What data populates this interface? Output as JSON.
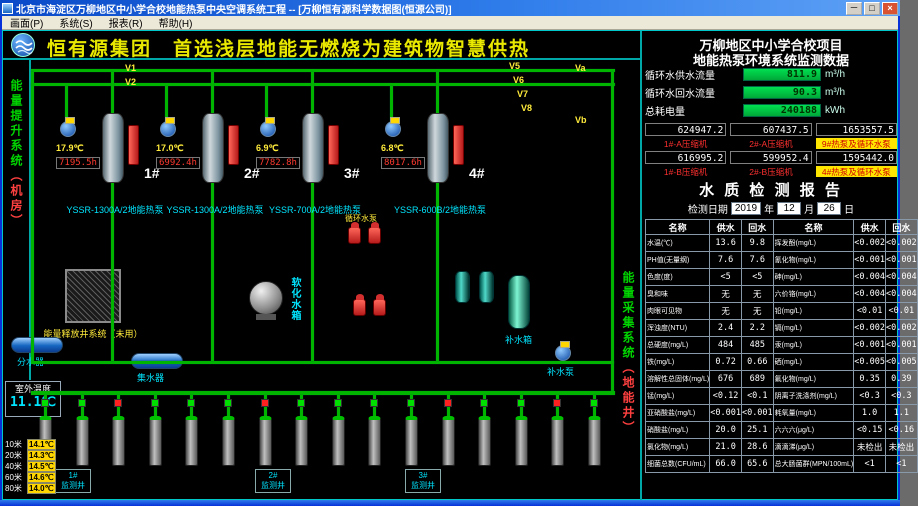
{
  "window": {
    "title": "北京市海淀区万柳地区中小学合校地能热泵中央空调系统工程 -- [万柳恒有源科学数据图(恒源公司)]",
    "menu": [
      "画面(P)",
      "系统(S)",
      "报表(R)",
      "帮助(H)"
    ],
    "buttons": {
      "minimize": "－",
      "maximize": "□",
      "close": "×"
    }
  },
  "banner": {
    "slogan": "恒有源集团　首选浅层地能无燃烧为建筑物智慧供热"
  },
  "panel": {
    "title1": "万柳地区中小学合校项目",
    "title2": "地能热泵环境系统监测数据",
    "flows": [
      {
        "label": "循环水供水流量",
        "value": "811.9",
        "unit": "m³/h"
      },
      {
        "label": "循环水回水流量",
        "value": "90.3",
        "unit": "m³/h"
      },
      {
        "label": "总耗电量",
        "value": "240188",
        "unit": "kWh"
      }
    ],
    "counters": [
      {
        "value": "624947.2",
        "label": "1#-A压缩机",
        "highlight": false
      },
      {
        "value": "607437.5",
        "label": "2#-A压缩机",
        "highlight": false
      },
      {
        "value": "1653557.5",
        "label": "9#热泵及循环水泵",
        "highlight": true
      },
      {
        "value": "616995.2",
        "label": "1#-B压缩机",
        "highlight": false
      },
      {
        "value": "599952.4",
        "label": "2#-B压缩机",
        "highlight": false
      },
      {
        "value": "1595442.0",
        "label": "4#热泵及循环水泵",
        "highlight": true
      }
    ],
    "report": {
      "title": "水 质 检 测 报 告",
      "date_label": "检测日期",
      "year": "2019",
      "year_unit": "年",
      "month": "12",
      "month_unit": "月",
      "day": "26",
      "day_unit": "日",
      "headers": [
        "名称",
        "供水",
        "回水",
        "名称",
        "供水",
        "回水"
      ],
      "rows": [
        [
          "水温(℃)",
          "13.6",
          "9.8",
          "挥发酚(mg/L)",
          "<0.002",
          "<0.002"
        ],
        [
          "PH值(无量纲)",
          "7.6",
          "7.6",
          "氰化物(mg/L)",
          "<0.001",
          "<0.001"
        ],
        [
          "色度(度)",
          "<5",
          "<5",
          "砷(mg/L)",
          "<0.004",
          "<0.004"
        ],
        [
          "臭和味",
          "无",
          "无",
          "六价铬(mg/L)",
          "<0.004",
          "<0.004"
        ],
        [
          "肉眼可见物",
          "无",
          "无",
          "铅(mg/L)",
          "<0.01",
          "<0.01"
        ],
        [
          "浑浊度(NTU)",
          "2.4",
          "2.2",
          "镉(mg/L)",
          "<0.002",
          "<0.002"
        ],
        [
          "总硬度(mg/L)",
          "484",
          "485",
          "汞(mg/L)",
          "<0.001",
          "<0.001"
        ],
        [
          "铁(mg/L)",
          "0.72",
          "0.66",
          "硒(mg/L)",
          "<0.005",
          "<0.005"
        ],
        [
          "溶解性总固体(mg/L)",
          "676",
          "689",
          "氟化物(mg/L)",
          "0.35",
          "0.39"
        ],
        [
          "锰(mg/L)",
          "<0.12",
          "<0.1",
          "阴离子洗涤剂(mg/L)",
          "<0.3",
          "<0.3"
        ],
        [
          "亚硝酸盐(mg/L)",
          "<0.001",
          "<0.001",
          "耗氧量(mg/L)",
          "1.0",
          "1.1"
        ],
        [
          "硝酸盐(mg/L)",
          "20.0",
          "25.1",
          "六六六(μg/L)",
          "<0.15",
          "<0.16"
        ],
        [
          "氯化物(mg/L)",
          "21.0",
          "28.6",
          "滴滴涕(μg/L)",
          "未检出",
          "未检出"
        ],
        [
          "细菌总数(CFU/mL)",
          "66.0",
          "65.6",
          "总大肠菌群(MPN/100mL)",
          "<1",
          "<1"
        ]
      ]
    }
  },
  "diagram": {
    "left_system": "能量提升系统",
    "left_system_sub": "（机房）",
    "right_system": "能量采集系统",
    "right_system_sub": "（地能井）",
    "units": [
      {
        "id": "1#",
        "model": "YSSR-1300A/2地能热泵",
        "runtime": "7195.5h",
        "temp": "17.9℃"
      },
      {
        "id": "2#",
        "model": "YSSR-1300A/2地能热泵",
        "runtime": "6992.4h",
        "temp": "17.0℃"
      },
      {
        "id": "3#",
        "model": "YSSR-700A/2地能热泵",
        "runtime": "7782.8h",
        "temp": "6.9℃"
      },
      {
        "id": "4#",
        "model": "YSSR-600B/2地能热泵",
        "runtime": "8017.6h",
        "temp": "6.8℃"
      }
    ],
    "valves": [
      "V1",
      "V2",
      "V5",
      "V6",
      "V7",
      "V8",
      "Va",
      "Vb"
    ],
    "equipment": {
      "release_label": "能量释放井系统（未用）",
      "fenshuiqi": "分水器",
      "jishuiqi": "集水器",
      "soft_tank": "软化水箱",
      "makeup_tank": "补水箱",
      "makeup_pump": "补水泵",
      "pump_group": "循环水泵"
    },
    "outdoor": {
      "label": "室外温度",
      "value": "11.1℃"
    },
    "depth_temps": [
      {
        "depth": "10米",
        "temp": "14.1℃"
      },
      {
        "depth": "20米",
        "temp": "14.3℃"
      },
      {
        "depth": "40米",
        "temp": "14.5℃"
      },
      {
        "depth": "60米",
        "temp": "14.6℃"
      },
      {
        "depth": "80米",
        "temp": "14.0℃"
      }
    ],
    "wells": {
      "count": 16,
      "labels": [
        "1#",
        "2#",
        "3#"
      ],
      "label_suffix": "监测井"
    }
  }
}
